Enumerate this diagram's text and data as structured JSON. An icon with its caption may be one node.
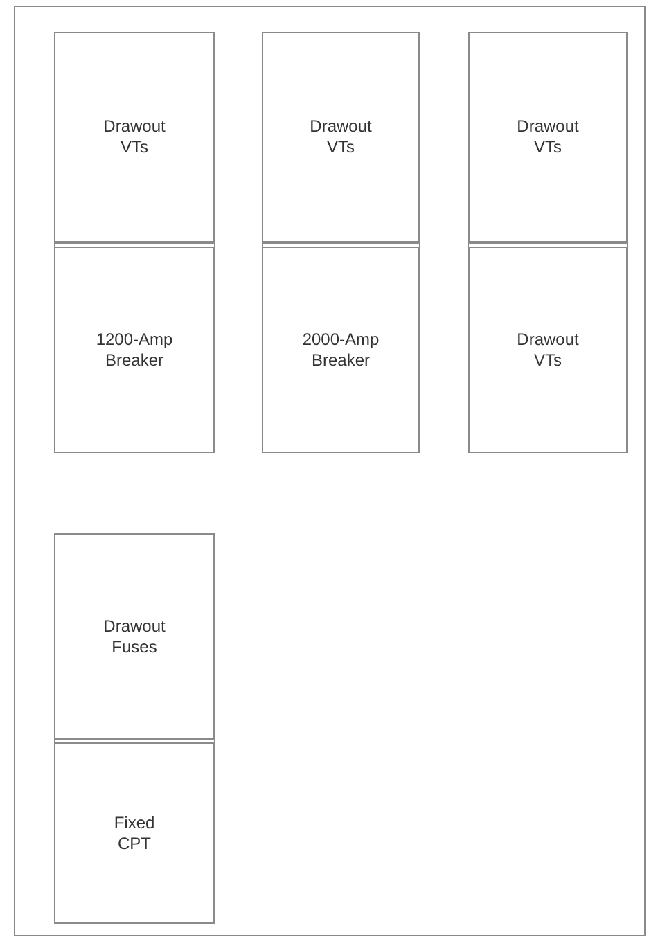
{
  "diagram": {
    "nodes": [
      {
        "text": [],
        "shape": "box"
      },
      {
        "text": [
          "Drawout VTs"
        ],
        "in": 0
      },
      {
        "text": [
          "1200-Amp Breaker"
        ],
        "in": 0
      },
      {
        "text": [
          "Drawout VTs"
        ],
        "in": 0
      },
      {
        "text": [
          "2000-Amp Breaker"
        ],
        "in": 0
      },
      {
        "text": [
          "Drawout VTs"
        ],
        "in": 0
      },
      {
        "text": [
          "Drawout VTs"
        ],
        "in": 0
      },
      {
        "text": [
          "Drawout Fuses"
        ],
        "in": 0
      },
      {
        "text": [
          "Fixed CPT"
        ],
        "in": 0
      }
    ]
  }
}
